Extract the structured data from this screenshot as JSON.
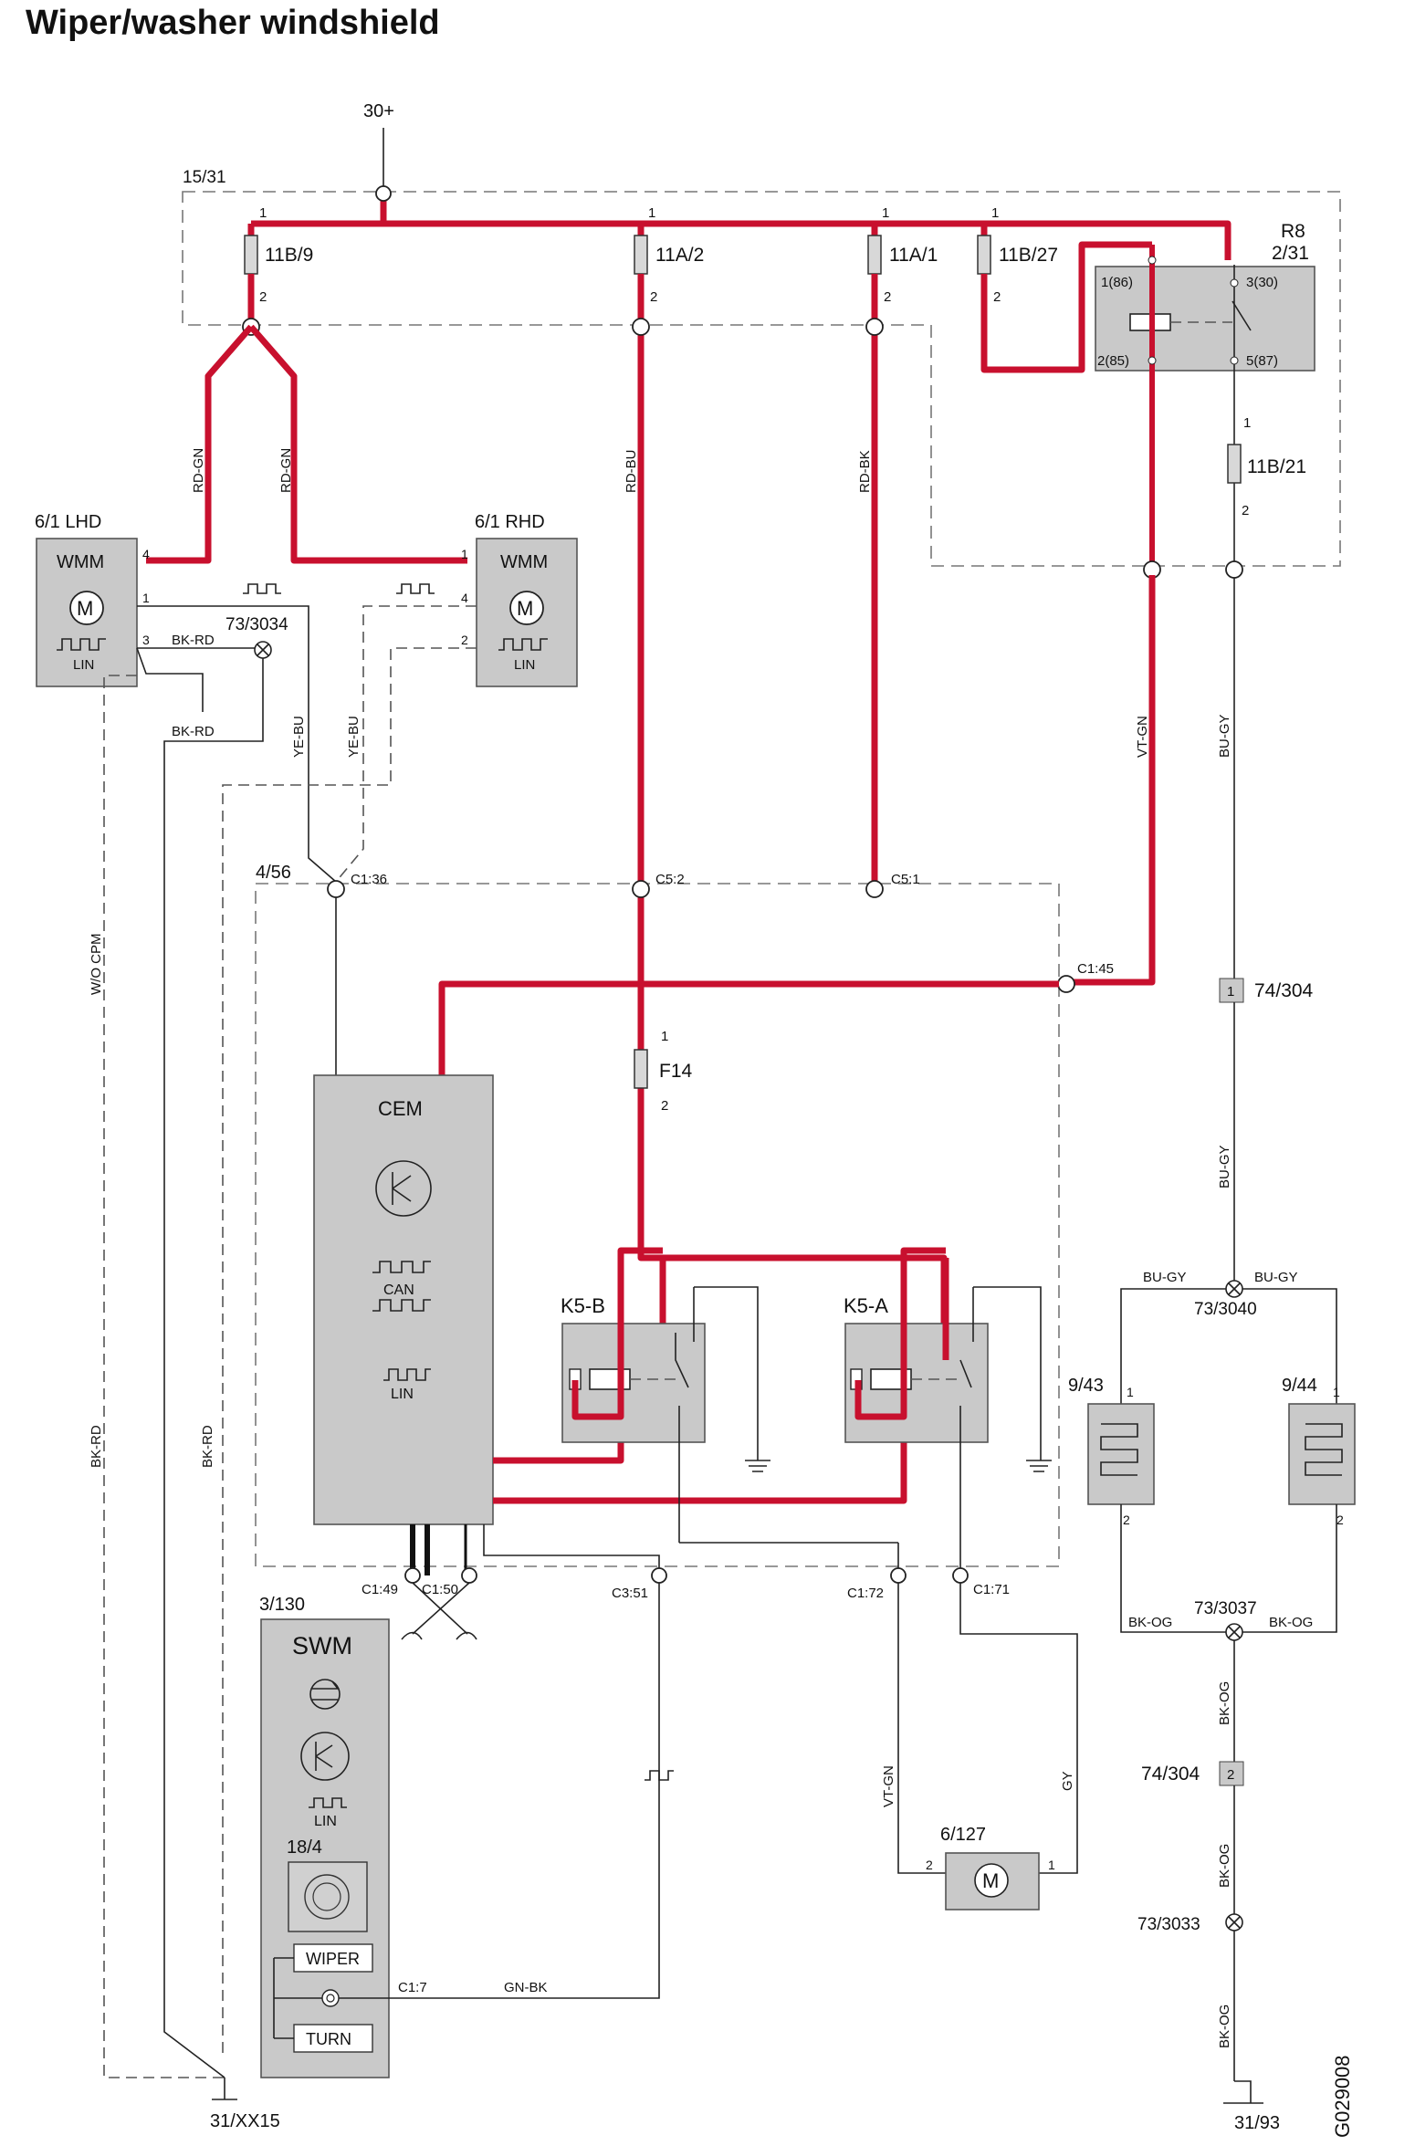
{
  "title": "Wiper/washer windshield",
  "figure_id": "G029008",
  "supply": {
    "label": "30+",
    "box": "15/31"
  },
  "fuses": {
    "f1": "11B/9",
    "f2": "11A/2",
    "f3": "11A/1",
    "f4": "11B/27",
    "f5": "11B/21",
    "f6": "F14"
  },
  "relay": {
    "name": "R8",
    "id": "2/31",
    "p86": "1(86)",
    "p30": "3(30)",
    "p85": "2(85)",
    "p87": "5(87)"
  },
  "modules": {
    "lhd_id": "6/1 LHD",
    "rhd_id": "6/1 RHD",
    "wmm": "WMM",
    "motor": "M",
    "lin": "LIN",
    "cem_box": "4/56",
    "cem": "CEM",
    "can": "CAN",
    "swm_id": "3/130",
    "swm": "SWM",
    "sw_id": "18/4",
    "wiper": "WIPER",
    "turn": "TURN",
    "k5b": "K5-B",
    "k5a": "K5-A",
    "pump_id": "6/127",
    "heater_l": "9/43",
    "heater_r": "9/44"
  },
  "wires": {
    "rd_gn": "RD-GN",
    "rd_bu": "RD-BU",
    "rd_bk": "RD-BK",
    "vt_gn": "VT-GN",
    "bu_gy": "BU-GY",
    "ye_bu": "YE-BU",
    "bk_rd": "BK-RD",
    "wo_cpm": "W/O CPM",
    "gn_bk": "GN-BK",
    "gy": "GY",
    "bk_og": "BK-OG"
  },
  "connectors": {
    "c136": "C1:36",
    "c52": "C5:2",
    "c51": "C5:1",
    "c145": "C1:45",
    "c149": "C1:49",
    "c150": "C1:50",
    "c351": "C3:51",
    "c172": "C1:72",
    "c171": "C1:71",
    "c17": "C1:7"
  },
  "splices": {
    "s3034": "73/3034",
    "s3040": "73/3040",
    "s3037": "73/3037",
    "s3033": "73/3033"
  },
  "grounds": {
    "g1": "31/XX15",
    "g2": "31/93"
  },
  "junctions": {
    "j1": "74/304",
    "j1_pin": "1",
    "j2": "74/304",
    "j2_pin": "2"
  },
  "pins": {
    "p1": "1",
    "p2": "2",
    "p3": "3",
    "p4": "4"
  }
}
